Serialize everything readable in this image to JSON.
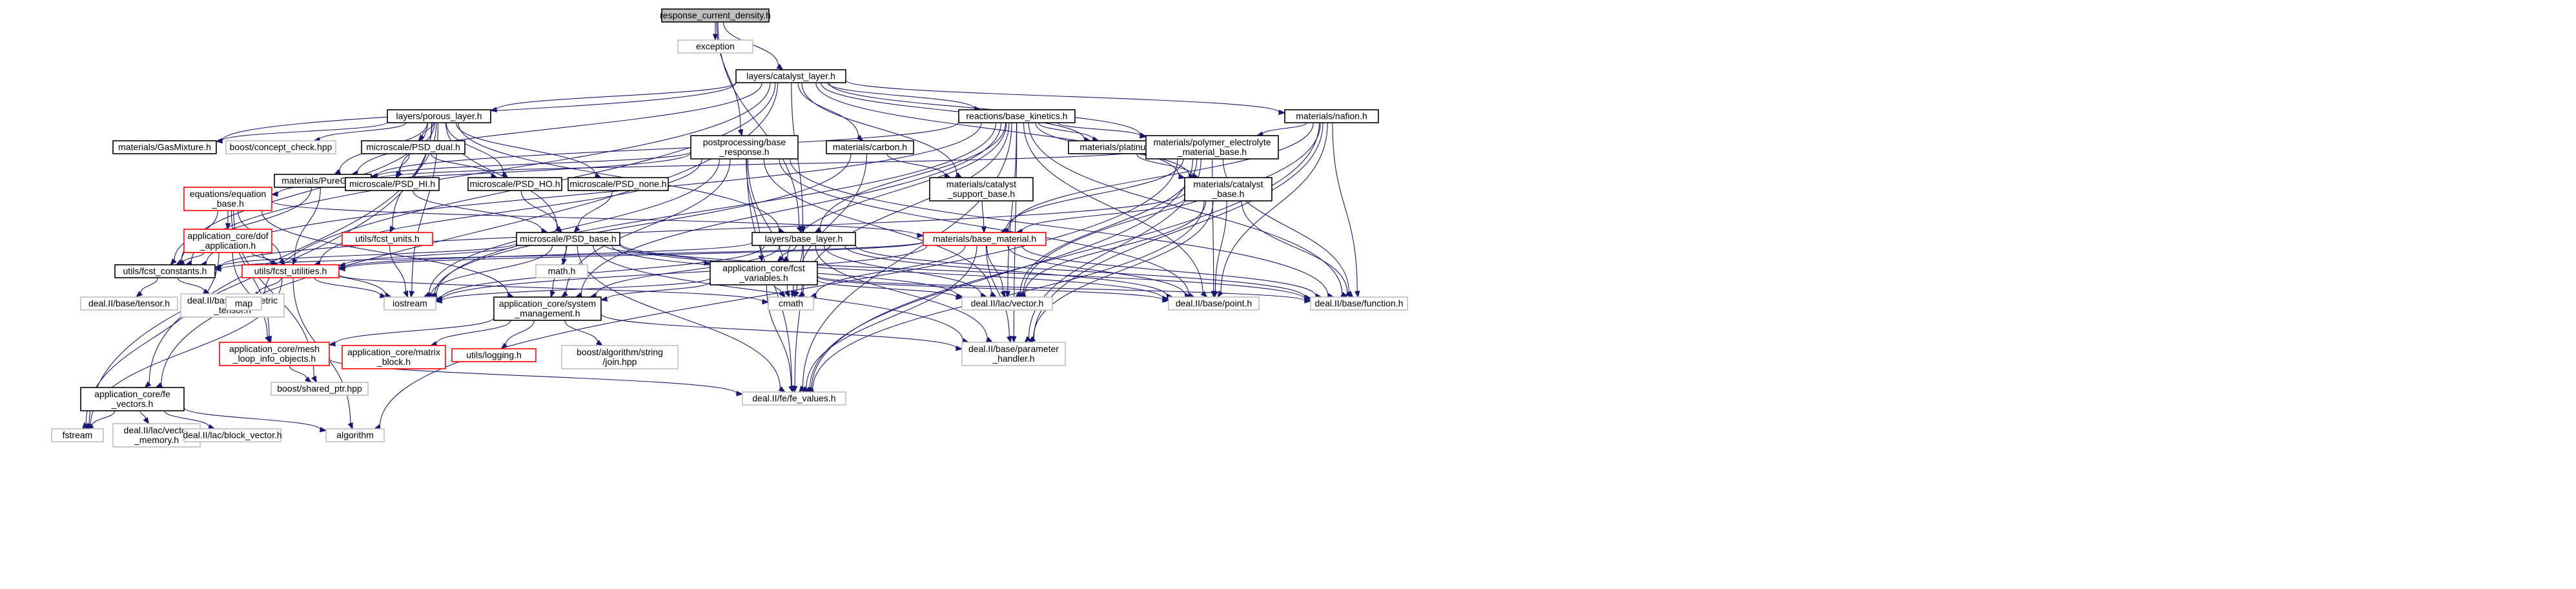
{
  "colors": {
    "edge": "#191970",
    "box_black": "#000000",
    "box_red": "#ff0000",
    "box_gray": "#bfbfbf",
    "fill_root": "#bfbfbf",
    "fill_default": "#ffffff"
  },
  "nodes": [
    {
      "id": "root",
      "label": [
        "response_current_density.h"
      ],
      "style": "root",
      "link": false
    },
    {
      "id": "exception",
      "label": [
        "exception"
      ],
      "style": "gray",
      "link": false
    },
    {
      "id": "catalyst_layer",
      "label": [
        "layers/catalyst_layer.h"
      ],
      "style": "black",
      "link": true
    },
    {
      "id": "porous_layer",
      "label": [
        "layers/porous_layer.h"
      ],
      "style": "black",
      "link": true
    },
    {
      "id": "base_kinetics",
      "label": [
        "reactions/base_kinetics.h"
      ],
      "style": "black",
      "link": true
    },
    {
      "id": "platinum",
      "label": [
        "materials/platinum.h"
      ],
      "style": "black",
      "link": true
    },
    {
      "id": "nafion",
      "label": [
        "materials/nafion.h"
      ],
      "style": "black",
      "link": true
    },
    {
      "id": "gasmixture",
      "label": [
        "materials/GasMixture.h"
      ],
      "style": "black",
      "link": true
    },
    {
      "id": "boost_concept",
      "label": [
        "boost/concept_check.hpp"
      ],
      "style": "gray",
      "link": false
    },
    {
      "id": "psd_dual",
      "label": [
        "microscale/PSD_dual.h"
      ],
      "style": "black",
      "link": true
    },
    {
      "id": "postprocessing",
      "label": [
        "postprocessing/base",
        "_response.h"
      ],
      "style": "black",
      "link": true
    },
    {
      "id": "carbon",
      "label": [
        "materials/carbon.h"
      ],
      "style": "black",
      "link": true
    },
    {
      "id": "polymer",
      "label": [
        "materials/polymer_electrolyte",
        "_material_base.h"
      ],
      "style": "black",
      "link": true
    },
    {
      "id": "puregas",
      "label": [
        "materials/PureGas.h"
      ],
      "style": "black",
      "link": true
    },
    {
      "id": "psd_hi",
      "label": [
        "microscale/PSD_HI.h"
      ],
      "style": "black",
      "link": true
    },
    {
      "id": "psd_ho",
      "label": [
        "microscale/PSD_HO.h"
      ],
      "style": "black",
      "link": true
    },
    {
      "id": "psd_none",
      "label": [
        "microscale/PSD_none.h"
      ],
      "style": "black",
      "link": true
    },
    {
      "id": "cat_support",
      "label": [
        "materials/catalyst",
        "_support_base.h"
      ],
      "style": "black",
      "link": true
    },
    {
      "id": "cat_base",
      "label": [
        "materials/catalyst",
        "_base.h"
      ],
      "style": "black",
      "link": true
    },
    {
      "id": "equation_base",
      "label": [
        "equations/equation",
        "_base.h"
      ],
      "style": "red",
      "link": true
    },
    {
      "id": "dof_application",
      "label": [
        "application_core/dof",
        "_application.h"
      ],
      "style": "red",
      "link": true
    },
    {
      "id": "fcst_units",
      "label": [
        "utils/fcst_units.h"
      ],
      "style": "red",
      "link": true
    },
    {
      "id": "psd_base",
      "label": [
        "microscale/PSD_base.h"
      ],
      "style": "black",
      "link": true
    },
    {
      "id": "base_layer",
      "label": [
        "layers/base_layer.h"
      ],
      "style": "black",
      "link": true
    },
    {
      "id": "base_material",
      "label": [
        "materials/base_material.h"
      ],
      "style": "red",
      "link": true
    },
    {
      "id": "fcst_constants",
      "label": [
        "utils/fcst_constants.h"
      ],
      "style": "black",
      "link": true
    },
    {
      "id": "fcst_utilities",
      "label": [
        "utils/fcst_utilities.h"
      ],
      "style": "red",
      "link": true
    },
    {
      "id": "math",
      "label": [
        "math.h"
      ],
      "style": "gray",
      "link": false
    },
    {
      "id": "fcst_variables",
      "label": [
        "application_core/fcst",
        "_variables.h"
      ],
      "style": "black",
      "link": true
    },
    {
      "id": "tensor",
      "label": [
        "deal.II/base/tensor.h"
      ],
      "style": "gray",
      "link": false
    },
    {
      "id": "sym_tensor",
      "label": [
        "deal.II/base/symmetric",
        "_tensor.h"
      ],
      "style": "gray",
      "link": false
    },
    {
      "id": "map",
      "label": [
        "map"
      ],
      "style": "gray",
      "link": false
    },
    {
      "id": "iostream",
      "label": [
        "iostream"
      ],
      "style": "gray",
      "link": false
    },
    {
      "id": "system_mgmt",
      "label": [
        "application_core/system",
        "_management.h"
      ],
      "style": "black",
      "link": true
    },
    {
      "id": "cmath",
      "label": [
        "cmath"
      ],
      "style": "gray",
      "link": false
    },
    {
      "id": "lac_vector",
      "label": [
        "deal.II/lac/vector.h"
      ],
      "style": "gray",
      "link": false
    },
    {
      "id": "point",
      "label": [
        "deal.II/base/point.h"
      ],
      "style": "gray",
      "link": false
    },
    {
      "id": "function",
      "label": [
        "deal.II/base/function.h"
      ],
      "style": "gray",
      "link": false
    },
    {
      "id": "mesh_loop",
      "label": [
        "application_core/mesh",
        "_loop_info_objects.h"
      ],
      "style": "red",
      "link": true
    },
    {
      "id": "matrix_block",
      "label": [
        "application_core/matrix",
        "_block.h"
      ],
      "style": "red",
      "link": true
    },
    {
      "id": "logging",
      "label": [
        "utils/logging.h"
      ],
      "style": "red",
      "link": true
    },
    {
      "id": "boost_join",
      "label": [
        "boost/algorithm/string",
        "/join.hpp"
      ],
      "style": "gray",
      "link": false
    },
    {
      "id": "param_handler",
      "label": [
        "deal.II/base/parameter",
        "_handler.h"
      ],
      "style": "gray",
      "link": false
    },
    {
      "id": "shared_ptr",
      "label": [
        "boost/shared_ptr.hpp"
      ],
      "style": "gray",
      "link": false
    },
    {
      "id": "fe_vectors",
      "label": [
        "application_core/fe",
        "_vectors.h"
      ],
      "style": "black",
      "link": true
    },
    {
      "id": "fe_values",
      "label": [
        "deal.II/fe/fe_values.h"
      ],
      "style": "gray",
      "link": false
    },
    {
      "id": "fstream",
      "label": [
        "fstream"
      ],
      "style": "gray",
      "link": false
    },
    {
      "id": "lac_vec_memory",
      "label": [
        "deal.II/lac/vector",
        "_memory.h"
      ],
      "style": "gray",
      "link": false
    },
    {
      "id": "block_vector",
      "label": [
        "deal.II/lac/block_vector.h"
      ],
      "style": "gray",
      "link": false
    },
    {
      "id": "algorithm",
      "label": [
        "algorithm"
      ],
      "style": "gray",
      "link": false
    }
  ],
  "edges": [
    [
      "root",
      "exception"
    ],
    [
      "root",
      "catalyst_layer"
    ],
    [
      "root",
      "postprocessing"
    ],
    [
      "root",
      "base_layer"
    ],
    [
      "catalyst_layer",
      "porous_layer"
    ],
    [
      "catalyst_layer",
      "base_kinetics"
    ],
    [
      "catalyst_layer",
      "platinum"
    ],
    [
      "catalyst_layer",
      "nafion"
    ],
    [
      "catalyst_layer",
      "carbon"
    ],
    [
      "catalyst_layer",
      "cat_support"
    ],
    [
      "catalyst_layer",
      "cat_base"
    ],
    [
      "catalyst_layer",
      "polymer"
    ],
    [
      "catalyst_layer",
      "gasmixture"
    ],
    [
      "catalyst_layer",
      "puregas"
    ],
    [
      "catalyst_layer",
      "fcst_constants"
    ],
    [
      "catalyst_layer",
      "base_layer"
    ],
    [
      "catalyst_layer",
      "fe_vectors"
    ],
    [
      "catalyst_layer",
      "map"
    ],
    [
      "porous_layer",
      "gasmixture"
    ],
    [
      "porous_layer",
      "boost_concept"
    ],
    [
      "porous_layer",
      "psd_dual"
    ],
    [
      "porous_layer",
      "psd_hi"
    ],
    [
      "porous_layer",
      "psd_ho"
    ],
    [
      "porous_layer",
      "psd_none"
    ],
    [
      "porous_layer",
      "psd_base"
    ],
    [
      "porous_layer",
      "puregas"
    ],
    [
      "porous_layer",
      "base_layer"
    ],
    [
      "porous_layer",
      "fcst_units"
    ],
    [
      "porous_layer",
      "fcst_constants"
    ],
    [
      "porous_layer",
      "fe_vectors"
    ],
    [
      "porous_layer",
      "iostream"
    ],
    [
      "porous_layer",
      "fstream"
    ],
    [
      "base_kinetics",
      "puregas"
    ],
    [
      "base_kinetics",
      "base_layer"
    ],
    [
      "base_kinetics",
      "platinum"
    ],
    [
      "base_kinetics",
      "polymer"
    ],
    [
      "base_kinetics",
      "cat_base"
    ],
    [
      "base_kinetics",
      "fcst_constants"
    ],
    [
      "base_kinetics",
      "fcst_variables"
    ],
    [
      "base_kinetics",
      "iostream"
    ],
    [
      "base_kinetics",
      "cmath"
    ],
    [
      "base_kinetics",
      "lac_vector"
    ],
    [
      "base_kinetics",
      "point"
    ],
    [
      "base_kinetics",
      "function"
    ],
    [
      "base_kinetics",
      "fe_values"
    ],
    [
      "base_kinetics",
      "system_mgmt"
    ],
    [
      "base_kinetics",
      "param_handler"
    ],
    [
      "platinum",
      "cat_base"
    ],
    [
      "nafion",
      "polymer"
    ],
    [
      "nafion",
      "base_material"
    ],
    [
      "nafion",
      "lac_vector"
    ],
    [
      "nafion",
      "point"
    ],
    [
      "nafion",
      "function"
    ],
    [
      "nafion",
      "param_handler"
    ],
    [
      "nafion",
      "fe_values"
    ],
    [
      "psd_dual",
      "psd_hi"
    ],
    [
      "psd_dual",
      "psd_ho"
    ],
    [
      "psd_hi",
      "psd_base"
    ],
    [
      "psd_ho",
      "psd_base"
    ],
    [
      "psd_none",
      "psd_base"
    ],
    [
      "postprocessing",
      "fcst_variables"
    ],
    [
      "postprocessing",
      "system_mgmt"
    ],
    [
      "postprocessing",
      "equation_base"
    ],
    [
      "postprocessing",
      "puregas"
    ],
    [
      "postprocessing",
      "iostream"
    ],
    [
      "postprocessing",
      "cmath"
    ],
    [
      "postprocessing",
      "lac_vector"
    ],
    [
      "postprocessing",
      "point"
    ],
    [
      "postprocessing",
      "function"
    ],
    [
      "postprocessing",
      "fcst_utilities"
    ],
    [
      "postprocessing",
      "fe_values"
    ],
    [
      "carbon",
      "cat_support"
    ],
    [
      "carbon",
      "iostream"
    ],
    [
      "carbon",
      "cmath"
    ],
    [
      "polymer",
      "base_material"
    ],
    [
      "polymer",
      "puregas"
    ],
    [
      "polymer",
      "point"
    ],
    [
      "polymer",
      "function"
    ],
    [
      "polymer",
      "lac_vector"
    ],
    [
      "polymer",
      "param_handler"
    ],
    [
      "polymer",
      "fe_values"
    ],
    [
      "polymer",
      "algorithm"
    ],
    [
      "puregas",
      "fcst_constants"
    ],
    [
      "puregas",
      "fcst_utilities"
    ],
    [
      "cat_support",
      "base_material"
    ],
    [
      "cat_base",
      "base_material"
    ],
    [
      "cat_base",
      "point"
    ],
    [
      "cat_base",
      "function"
    ],
    [
      "cat_base",
      "lac_vector"
    ],
    [
      "cat_base",
      "param_handler"
    ],
    [
      "cat_base",
      "fe_values"
    ],
    [
      "cat_base",
      "fcst_constants"
    ],
    [
      "equation_base",
      "dof_application"
    ],
    [
      "equation_base",
      "fcst_utilities"
    ],
    [
      "equation_base",
      "fcst_constants"
    ],
    [
      "equation_base",
      "system_mgmt"
    ],
    [
      "equation_base",
      "mesh_loop"
    ],
    [
      "equation_base",
      "base_material"
    ],
    [
      "equation_base",
      "shared_ptr"
    ],
    [
      "dof_application",
      "fcst_utilities"
    ],
    [
      "dof_application",
      "mesh_loop"
    ],
    [
      "dof_application",
      "fcst_constants"
    ],
    [
      "dof_application",
      "iostream"
    ],
    [
      "dof_application",
      "fstream"
    ],
    [
      "fcst_units",
      "iostream"
    ],
    [
      "psd_base",
      "fcst_utilities"
    ],
    [
      "psd_base",
      "math"
    ],
    [
      "psd_base",
      "iostream"
    ],
    [
      "psd_base",
      "system_mgmt"
    ],
    [
      "psd_base",
      "fcst_variables"
    ],
    [
      "psd_base",
      "point"
    ],
    [
      "psd_base",
      "function"
    ],
    [
      "psd_base",
      "lac_vector"
    ],
    [
      "psd_base",
      "param_handler"
    ],
    [
      "psd_base",
      "fe_values"
    ],
    [
      "psd_base",
      "fcst_constants"
    ],
    [
      "base_layer",
      "fcst_variables"
    ],
    [
      "base_layer",
      "system_mgmt"
    ],
    [
      "base_layer",
      "fcst_utilities"
    ],
    [
      "base_layer",
      "iostream"
    ],
    [
      "base_layer",
      "cmath"
    ],
    [
      "base_layer",
      "lac_vector"
    ],
    [
      "base_layer",
      "point"
    ],
    [
      "base_layer",
      "function"
    ],
    [
      "base_layer",
      "fe_values"
    ],
    [
      "base_layer",
      "param_handler"
    ],
    [
      "base_material",
      "fcst_utilities"
    ],
    [
      "base_material",
      "fcst_constants"
    ],
    [
      "base_material",
      "cmath"
    ],
    [
      "base_material",
      "lac_vector"
    ],
    [
      "base_material",
      "point"
    ],
    [
      "base_material",
      "function"
    ],
    [
      "base_material",
      "param_handler"
    ],
    [
      "base_material",
      "fe_values"
    ],
    [
      "base_material",
      "iostream"
    ],
    [
      "fcst_constants",
      "tensor"
    ],
    [
      "fcst_constants",
      "sym_tensor"
    ],
    [
      "fcst_utilities",
      "map"
    ],
    [
      "fcst_utilities",
      "iostream"
    ],
    [
      "fcst_utilities",
      "cmath"
    ],
    [
      "fcst_utilities",
      "fstream"
    ],
    [
      "fcst_utilities",
      "algorithm"
    ],
    [
      "fcst_variables",
      "system_mgmt"
    ],
    [
      "fcst_variables",
      "iostream"
    ],
    [
      "fcst_variables",
      "cmath"
    ],
    [
      "fcst_variables",
      "lac_vector"
    ],
    [
      "fcst_variables",
      "point"
    ],
    [
      "fcst_variables",
      "function"
    ],
    [
      "fcst_variables",
      "fe_values"
    ],
    [
      "system_mgmt",
      "matrix_block"
    ],
    [
      "system_mgmt",
      "logging"
    ],
    [
      "system_mgmt",
      "boost_join"
    ],
    [
      "system_mgmt",
      "param_handler"
    ],
    [
      "system_mgmt",
      "mesh_loop"
    ],
    [
      "mesh_loop",
      "shared_ptr"
    ],
    [
      "mesh_loop",
      "fe_values"
    ],
    [
      "fe_vectors",
      "fstream"
    ],
    [
      "fe_vectors",
      "lac_vec_memory"
    ],
    [
      "fe_vectors",
      "block_vector"
    ],
    [
      "fe_vectors",
      "algorithm"
    ]
  ]
}
